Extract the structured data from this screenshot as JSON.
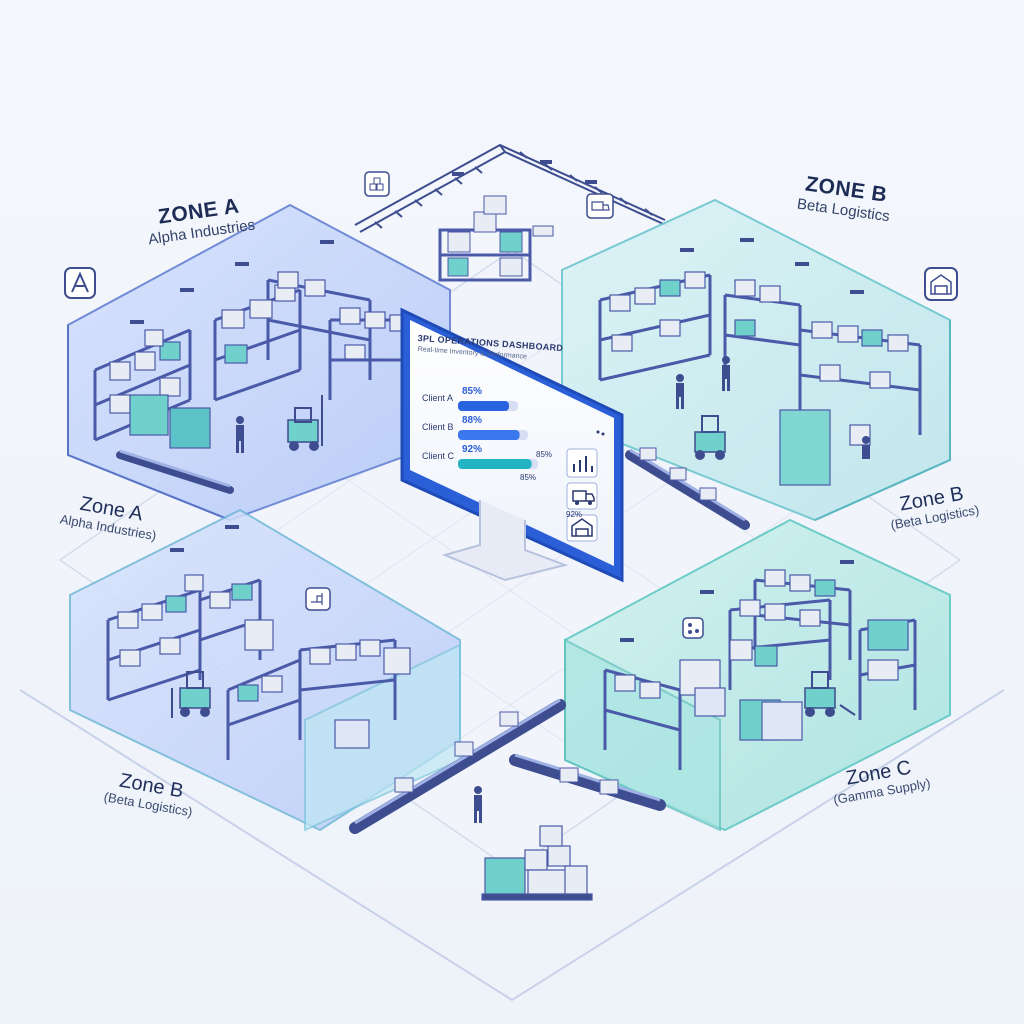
{
  "dashboard": {
    "title": "3PL OPERATIONS DASHBOARD",
    "subtitle": "Real-time Inventory & Performance",
    "rows": [
      {
        "client": "Client A",
        "pct": "85%",
        "value": 0.85,
        "color": "#2a63e0",
        "right_pct": "85%"
      },
      {
        "client": "Client B",
        "pct": "88%",
        "value": 0.88,
        "color": "#3a78f0",
        "right_pct": "85%"
      },
      {
        "client": "Client C",
        "pct": "92%",
        "value": 0.92,
        "color": "#22b3c4",
        "right_pct": "92%"
      }
    ],
    "side_icons": [
      "bar-chart-icon",
      "truck-icon",
      "warehouse-icon"
    ]
  },
  "zones": {
    "top_left": {
      "zone": "ZONE A",
      "client": "Alpha Industries"
    },
    "top_right": {
      "zone": "ZONE B",
      "client": "Beta Logistics"
    },
    "mid_left": {
      "zone": "Zone A",
      "client": "Alpha Industries)"
    },
    "mid_right": {
      "zone": "Zone B",
      "client": "(Beta Logistics)"
    },
    "bot_left": {
      "zone": "Zone B",
      "client": "(Beta Logistics)"
    },
    "bot_right": {
      "zone": "Zone C",
      "client": "(Gamma Supply)"
    }
  },
  "colors": {
    "accent": "#2a5fd8",
    "zone_a_fill": "#c9d8fb",
    "zone_b_fill": "#cdeef0",
    "zone_c_fill": "#bfeeea",
    "rack": "#4a5aa8",
    "box": "#e8ecf5",
    "box_teal": "#6fd0cc"
  }
}
